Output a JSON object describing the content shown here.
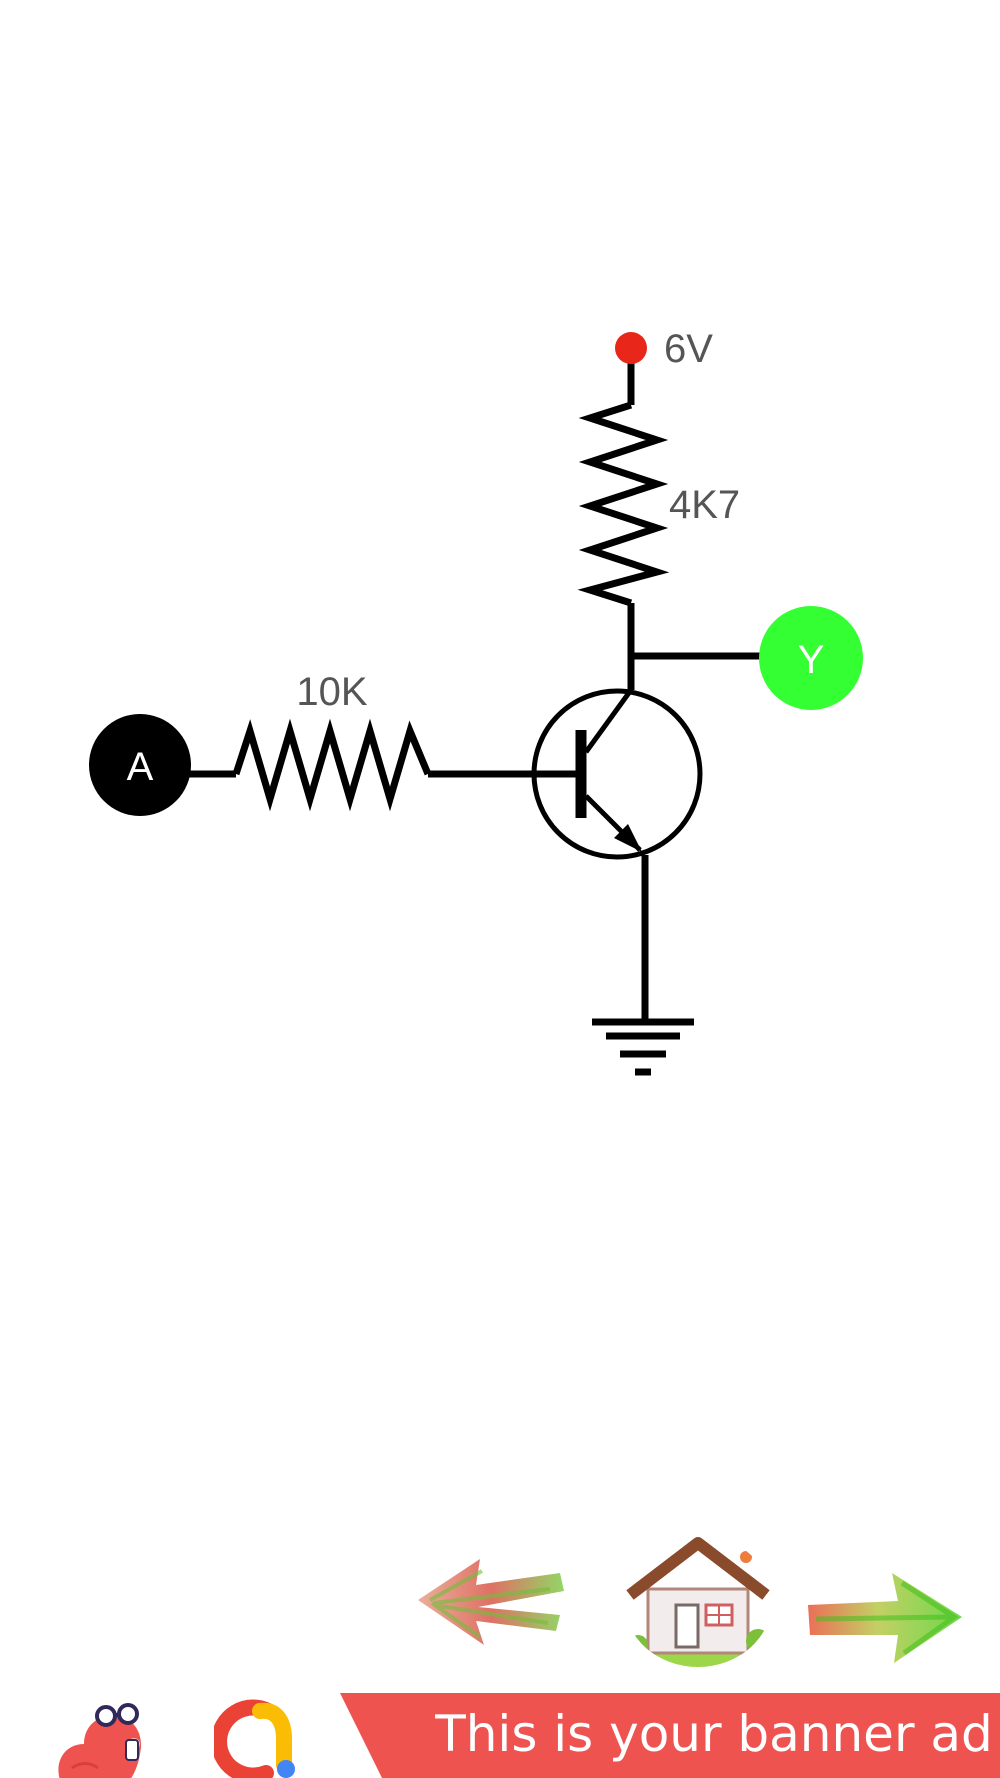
{
  "circuit": {
    "supply_label": "6V",
    "collector_resistor_label": "4K7",
    "base_resistor_label": "10K",
    "input_label": "A",
    "output_label": "Y",
    "colors": {
      "wire": "#000000",
      "supply_dot": "#e8261a",
      "input_node": "#000000",
      "output_node": "#33ff33",
      "label_text": "#555555"
    }
  },
  "navigation": {
    "back_icon": "back-arrow-icon",
    "home_icon": "home-icon",
    "forward_icon": "forward-arrow-icon"
  },
  "ad": {
    "banner_text": "This is your banner ad",
    "banner_color": "#ef5350",
    "mascot_icon": "mascot-icon",
    "ad_logo_icon": "ad-logo-icon"
  }
}
